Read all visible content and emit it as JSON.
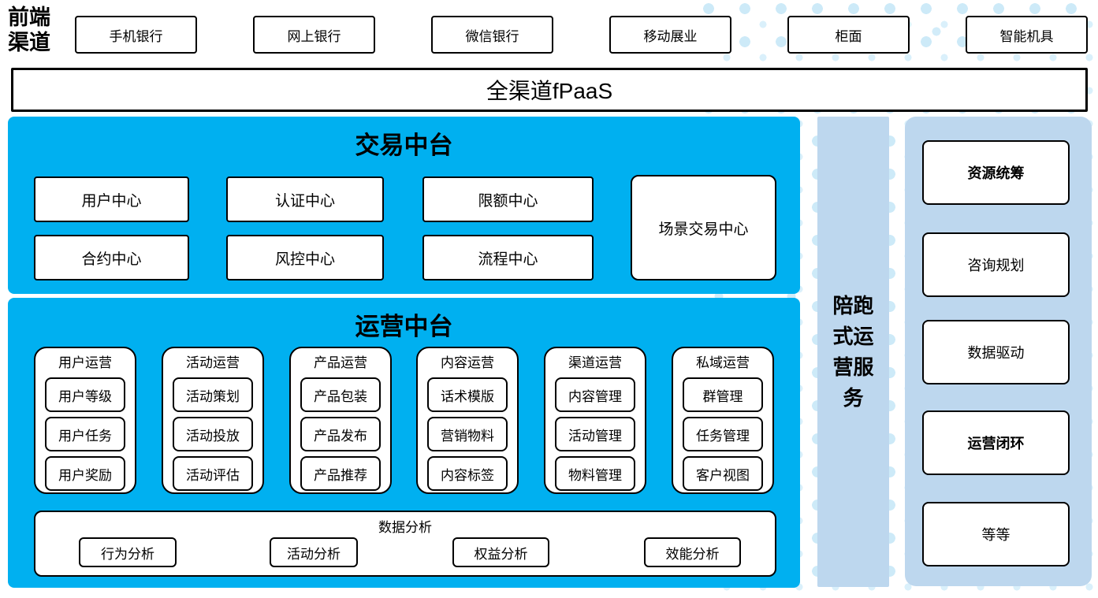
{
  "front_channels": {
    "label": "前端渠道",
    "items": [
      "手机银行",
      "网上银行",
      "微信银行",
      "移动展业",
      "柜面",
      "智能机具"
    ]
  },
  "fpaas": {
    "label": "全渠道fPaaS"
  },
  "trade_platform": {
    "title": "交易中台",
    "row1": [
      "用户中心",
      "认证中心",
      "限额中心"
    ],
    "row2": [
      "合约中心",
      "风控中心",
      "流程中心"
    ],
    "tall_box": "场景交易中心"
  },
  "ops_platform": {
    "title": "运营中台",
    "columns": [
      {
        "header": "用户运营",
        "items": [
          "用户等级",
          "用户任务",
          "用户奖励"
        ]
      },
      {
        "header": "活动运营",
        "items": [
          "活动策划",
          "活动投放",
          "活动评估"
        ]
      },
      {
        "header": "产品运营",
        "items": [
          "产品包装",
          "产品发布",
          "产品推荐"
        ]
      },
      {
        "header": "内容运营",
        "items": [
          "话术模版",
          "营销物料",
          "内容标签"
        ]
      },
      {
        "header": "渠道运营",
        "items": [
          "内容管理",
          "活动管理",
          "物料管理"
        ]
      },
      {
        "header": "私域运营",
        "items": [
          "群管理",
          "任务管理",
          "客户视图"
        ]
      }
    ],
    "data_analysis": {
      "title": "数据分析",
      "items": [
        "行为分析",
        "活动分析",
        "权益分析",
        "效能分析"
      ]
    }
  },
  "side_bar": {
    "label": "陪跑式运营服务"
  },
  "right_panel": {
    "items": [
      {
        "label": "资源统筹",
        "bold": true
      },
      {
        "label": "咨询规划",
        "bold": false
      },
      {
        "label": "数据驱动",
        "bold": false
      },
      {
        "label": "运营闭环",
        "bold": true
      },
      {
        "label": "等等",
        "bold": false
      }
    ]
  },
  "colors": {
    "accent_blue": "#00B0F0",
    "light_blue": "#BDD7EE",
    "dot_blue": "#CDEAF8",
    "border": "#000000"
  }
}
